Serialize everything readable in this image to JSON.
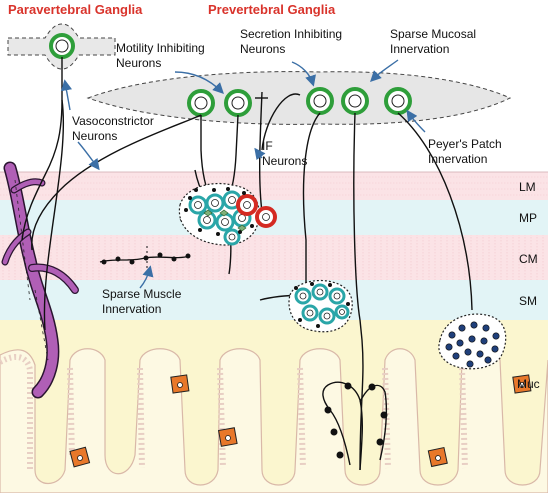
{
  "titles": {
    "paravertebral": "Paravertebral Ganglia",
    "prevertebral": "Prevertebral Ganglia"
  },
  "labels": {
    "motility_line1": "Motility Inhibiting",
    "motility_line2": "Neurons",
    "secretion_line1": "Secretion Inhibiting",
    "secretion_line2": "Neurons",
    "mucosal_line1": "Sparse Mucosal",
    "mucosal_line2": "Innervation",
    "vasoconstrictor_line1": "Vasoconstrictor",
    "vasoconstrictor_line2": "Neurons",
    "if_line1": "IF",
    "if_line2": "Neurons",
    "peyers_line1": "Peyer's Patch",
    "peyers_line2": "Innervation",
    "sparse_muscle_line1": "Sparse Muscle",
    "sparse_muscle_line2": "Innervation"
  },
  "layers": {
    "lm": "LM",
    "mp": "MP",
    "cm": "CM",
    "sm": "SM",
    "muc": "Muc"
  },
  "colors": {
    "title_red": "#d9332b",
    "neuron_green": "#2e9e3a",
    "if_neuron_red": "#d42a22",
    "vessel_magenta": "#b05fb6",
    "ganglion_cell_teal": "#2aa6a8",
    "lm_band": "#fbe3e6",
    "mp_band": "#e2f4f6",
    "cm_band": "#fbe3e6",
    "sm_band": "#e2f4f6",
    "mucosa": "#fbf6cf",
    "endocrine_orange": "#e8782a"
  }
}
